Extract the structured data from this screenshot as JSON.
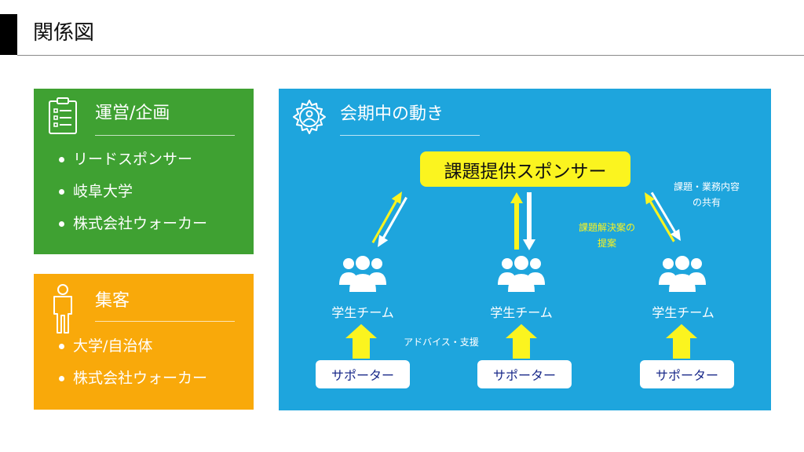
{
  "header": {
    "title": "関係図"
  },
  "operation_card": {
    "title": "運営/企画",
    "icon": "clipboard-list-icon",
    "color": "#3fa132",
    "items": [
      "リードスポンサー",
      "岐阜大学",
      "株式会社ウォーカー"
    ]
  },
  "customer_card": {
    "title": "集客",
    "icon": "person-outline-icon",
    "color": "#f9a90a",
    "items": [
      "大学/自治体",
      "株式会社ウォーカー"
    ]
  },
  "flow": {
    "title": "会期中の動き",
    "icon": "gear-person-icon",
    "color": "#1ea5dd",
    "sponsor_label": "課題提供スポンサー",
    "teams": [
      "学生チーム",
      "学生チーム",
      "学生チーム"
    ],
    "supporters": [
      "サポーター",
      "サポーター",
      "サポーター"
    ],
    "note_share_line1": "課題・業務内容",
    "note_share_line2": "の共有",
    "note_proposal_line1": "課題解決案の",
    "note_proposal_line2": "提案",
    "note_advice": "アドバイス・支援",
    "accent_yellow": "#fbf41f",
    "supporter_text_color": "#1a2a8a"
  }
}
